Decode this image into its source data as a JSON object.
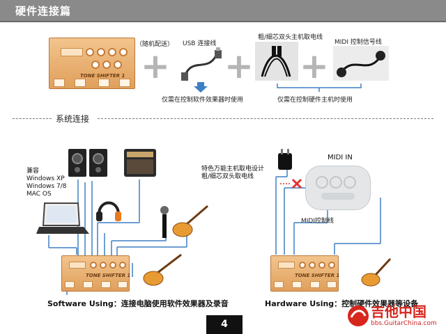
{
  "header": {
    "title": "硬件连接篇"
  },
  "top": {
    "device_label": "TONE SHIFTER 1",
    "device_note": "（随机配送）",
    "usb_label": "USB 连接线",
    "power_label": "粗/细芯双头主机取电线",
    "midi_label": "MIDI 控制信号线",
    "usb_note": "仅需在控制软件效果器时使用",
    "hw_note": "仅需在控制硬件主机时使用"
  },
  "section": {
    "title": "系统连接"
  },
  "left": {
    "os_lines": [
      "兼容",
      "Windows XP",
      "Windows 7/8",
      "MAC OS"
    ],
    "caption": "Software Using：连接电脑使用软件效果器及录音"
  },
  "right": {
    "power_lines": [
      "特色万能主机取电设计",
      "粗/细芯双头取电线"
    ],
    "midi_in": "MIDI IN",
    "midi_cable": "MIDI控制线",
    "caption": "Hardware Using：控制硬件效果器等设备"
  },
  "page_number": "4",
  "watermark": {
    "cn": "吉他中国",
    "url": "bbs.GuitarChina.com"
  },
  "colors": {
    "header": "#8a8a8a",
    "device": "#e8ad6a",
    "connector": "#3e7fc4",
    "cross": "#e0322b"
  }
}
